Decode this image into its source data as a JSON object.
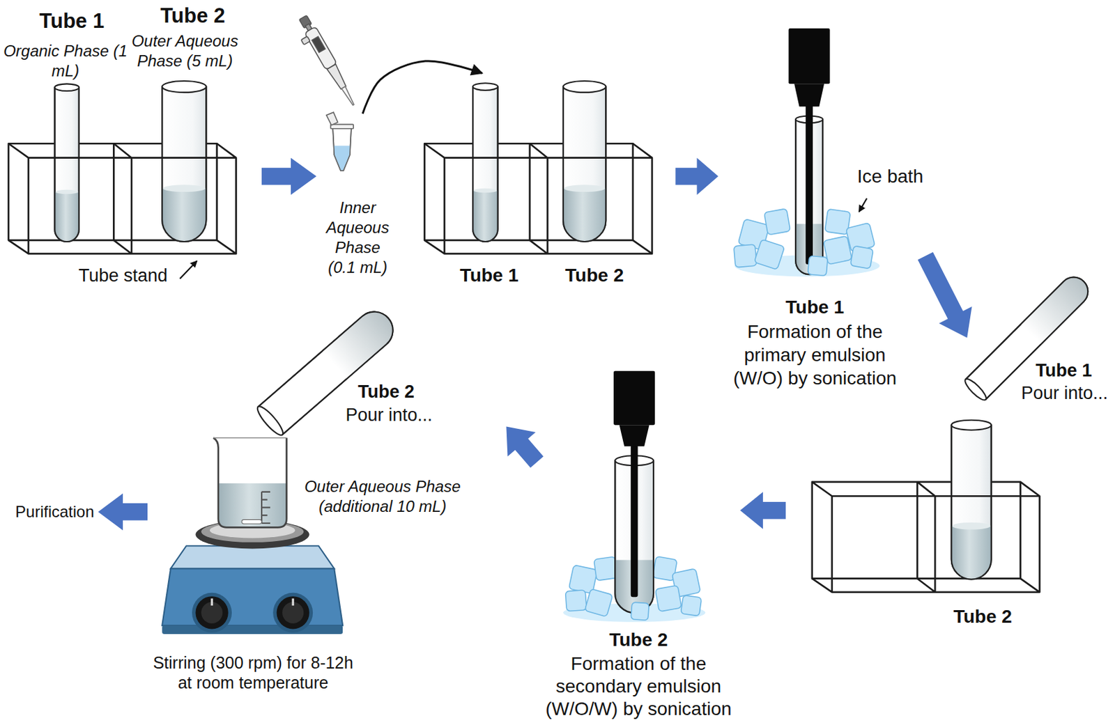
{
  "diagram": {
    "nodes": [
      {
        "text": [
          "Tube 1",
          "Organic Phase (1 mL)",
          "Tube 2",
          "Outer Aqueous Phase (5 mL)",
          "Tube stand"
        ]
      },
      {
        "text": [
          "Inner Aqueous Phase (0.1 mL)"
        ]
      },
      {
        "text": [
          "Tube 1",
          "Tube 2"
        ]
      },
      {
        "text": [
          "Ice bath",
          "Tube 1",
          "Formation of the primary emulsion (W/O) by sonication"
        ]
      },
      {
        "text": [
          "Tube 1",
          "Pour into..."
        ]
      },
      {
        "text": [
          "Tube 2"
        ]
      },
      {
        "text": [
          "Tube 2",
          "Formation of the secondary emulsion (W/O/W) by sonication"
        ]
      },
      {
        "text": [
          "Tube 2",
          "Pour into..."
        ]
      },
      {
        "text": [
          "Outer Aqueous Phase (additional 10 mL)",
          "Stirring (300 rpm) for 8-12h at room temperature"
        ]
      },
      {
        "text": [
          "Purification"
        ]
      }
    ],
    "edges": [
      {
        "from": 0,
        "to": 1,
        "arrow": "to"
      },
      {
        "from": 1,
        "to": 2,
        "arrow": "to"
      },
      {
        "from": 2,
        "to": 3,
        "arrow": "to"
      },
      {
        "from": 3,
        "to": 4,
        "arrow": "to"
      },
      {
        "from": 5,
        "to": 6,
        "arrow": "to"
      },
      {
        "from": 6,
        "to": 7,
        "arrow": "to"
      },
      {
        "from": 8,
        "to": 9,
        "arrow": "to"
      }
    ]
  }
}
